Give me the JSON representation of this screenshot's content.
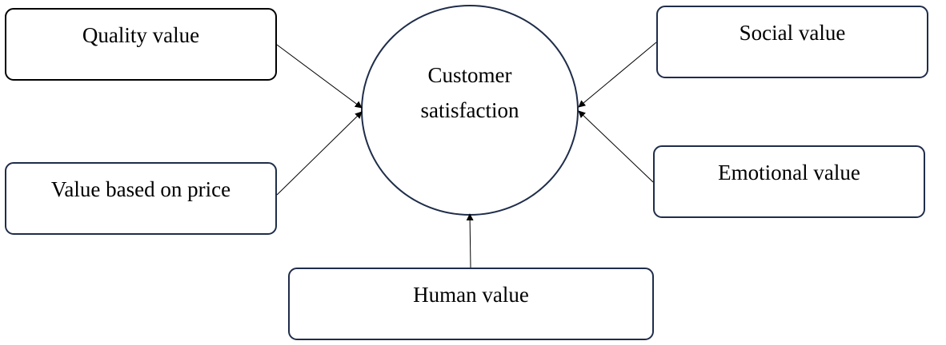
{
  "diagram": {
    "center": {
      "line1": "Customer",
      "line2": "satisfaction"
    },
    "factors": {
      "quality": "Quality value",
      "price": "Value based on price",
      "social": "Social value",
      "emotional": "Emotional value",
      "human": "Human value"
    },
    "colors": {
      "border": "#1f2d4a",
      "arrow": "#000000",
      "text": "#000000"
    }
  }
}
